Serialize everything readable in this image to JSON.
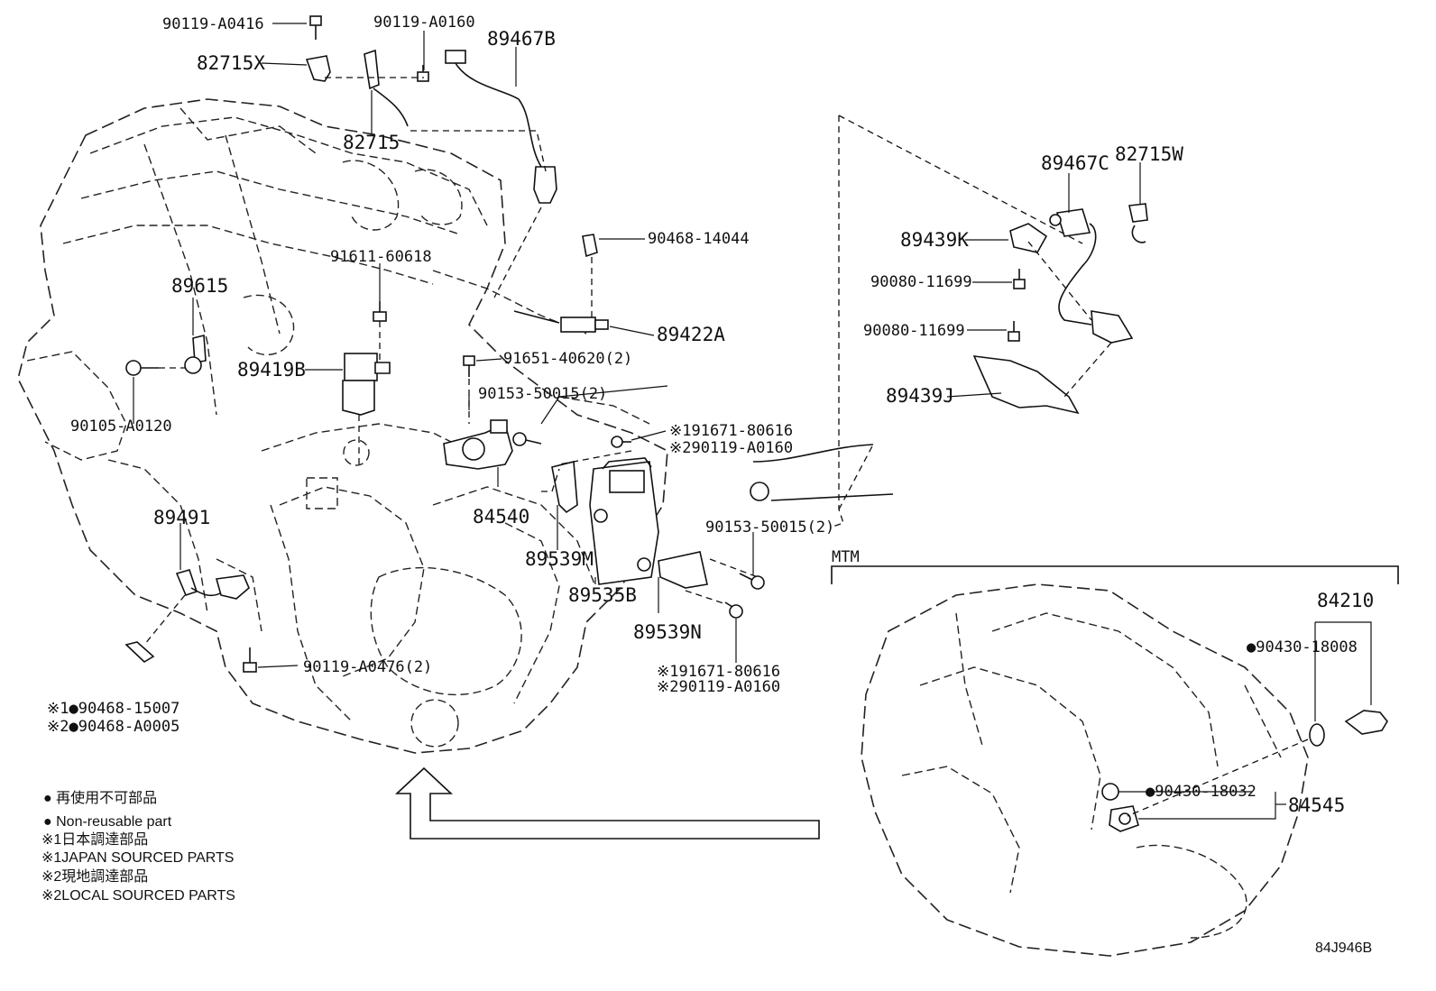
{
  "part_labels": {
    "p90119_A0416": "90119-A0416",
    "p90119_A0160_top": "90119-A0160",
    "p89467B": "89467B",
    "p82715X": "82715X",
    "p82715": "82715",
    "p89467C": "89467C",
    "p82715W": "82715W",
    "p89439K": "89439K",
    "p90080_11699_a": "90080-11699",
    "p90080_11699_b": "90080-11699",
    "p89439J": "89439J",
    "p90468_14044": "90468-14044",
    "p91611_60618": "91611-60618",
    "p89615": "89615",
    "p89422A": "89422A",
    "p89419B": "89419B",
    "p91651_40620": "91651-40620(2)",
    "p90153_50015_a": "90153-50015(2)",
    "p90105_A0120": "90105-A0120",
    "p91671_80616_a": "※191671-80616",
    "p90119_A0160_a": "※290119-A0160",
    "p84540": "84540",
    "p89491": "89491",
    "p89539M": "89539M",
    "p90153_50015_b": "90153-50015(2)",
    "p89535B": "89535B",
    "p89539N": "89539N",
    "p90119_A0476": "90119-A0476(2)",
    "p91671_80616_b": "※191671-80616",
    "p90119_A0160_b": "※290119-A0160",
    "p90468_15007": "※1●90468-15007",
    "p90468_A0005": "※2●90468-A0005",
    "mtm": "MTM",
    "p84210": "84210",
    "p90430_18008": "●90430-18008",
    "p90430_18032": "●90430-18032",
    "p84545": "84545"
  },
  "legend": {
    "line1": "● 再使用不可部品",
    "line2": "● Non-reusable part",
    "line3": "※1日本調達部品",
    "line4": "※1JAPAN SOURCED PARTS",
    "line5": "※2現地調達部品",
    "line6": "※2LOCAL SOURCED PARTS"
  },
  "diagram_code": "84J946B"
}
